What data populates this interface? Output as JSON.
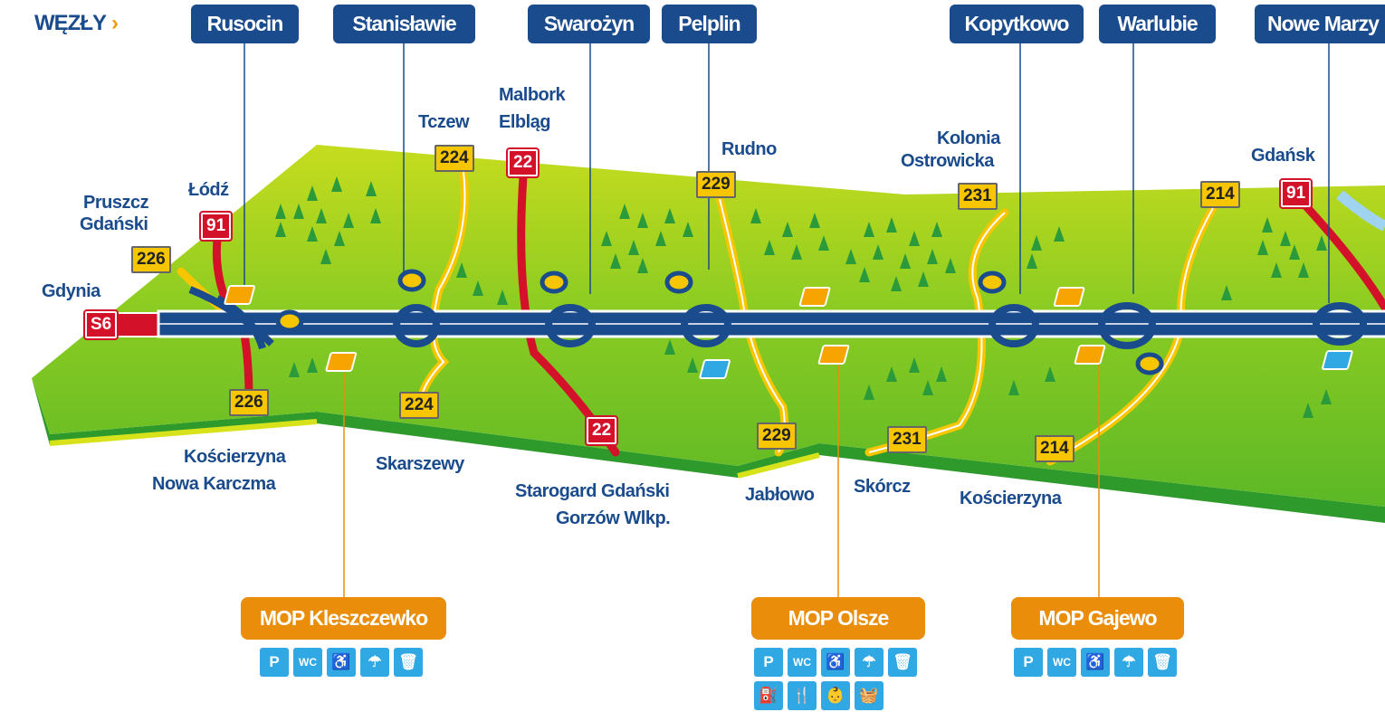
{
  "header": {
    "title": "WĘZŁY",
    "arrow": "›"
  },
  "junctions": [
    "Rusocin",
    "Stanisławie",
    "Swarożyn",
    "Pelplin",
    "Kopytkowo",
    "Warlubie",
    "Nowe Marzy"
  ],
  "places_north": {
    "gdynia": "Gdynia",
    "pruszcz_1": "Pruszcz",
    "pruszcz_2": "Gdański",
    "lodz": "Łódź",
    "tczew": "Tczew",
    "malbork": "Malbork",
    "elblag": "Elbląg",
    "rudno": "Rudno",
    "kolonia_1": "Kolonia",
    "kolonia_2": "Ostrowicka",
    "gdansk": "Gdańsk"
  },
  "places_south": {
    "koscierzyna_1": "Kościerzyna",
    "nowa_karczma": "Nowa Karczma",
    "skarszewy": "Skarszewy",
    "starogard": "Starogard Gdański",
    "gorzow": "Gorzów Wlkp.",
    "jablowo": "Jabłowo",
    "skorcz": "Skórcz",
    "koscierzyna_2": "Kościerzyna"
  },
  "road_signs": {
    "s6": "S6",
    "r91a": "91",
    "r91b": "91",
    "r22a": "22",
    "r22b": "22",
    "y226a": "226",
    "y226b": "226",
    "y224a": "224",
    "y224b": "224",
    "y229a": "229",
    "y229b": "229",
    "y231a": "231",
    "y231b": "231",
    "y214a": "214",
    "y214b": "214"
  },
  "mops": [
    {
      "name": "MOP Kleszczewko",
      "icons": [
        "P",
        "WC",
        "♿",
        "☂",
        "🗑"
      ]
    },
    {
      "name": "MOP Olsze",
      "icons": [
        "P",
        "WC",
        "♿",
        "☂",
        "🗑",
        "⛽",
        "🍴",
        "👶",
        "🧺"
      ]
    },
    {
      "name": "MOP Gajewo",
      "icons": [
        "P",
        "WC",
        "♿",
        "☂",
        "🗑"
      ]
    }
  ],
  "colors": {
    "motorway": "#1a4b8c",
    "mop": "#ea8d0a",
    "service_icon": "#2fa8e4",
    "terrain": "#6cc024"
  }
}
